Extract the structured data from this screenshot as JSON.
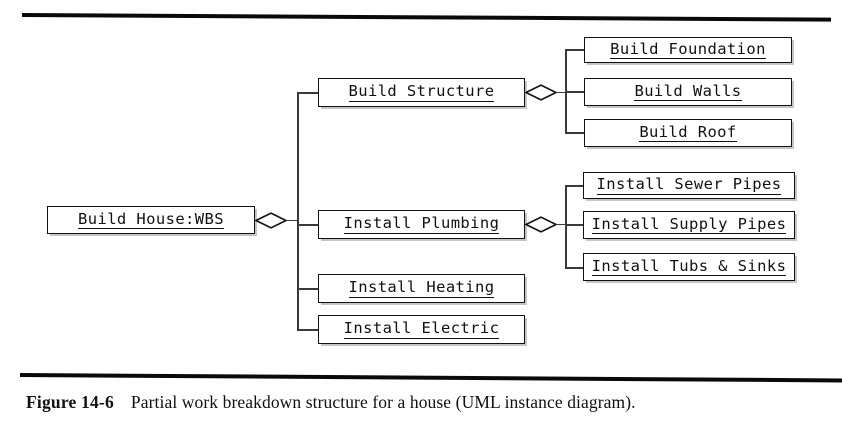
{
  "figure": {
    "number_label": "Figure 14-6",
    "caption_text": "Partial work breakdown structure for a house (UML instance diagram)."
  },
  "diagram": {
    "type": "uml-instance-diagram",
    "notation": "aggregation (open diamond)",
    "root": {
      "id": "build-house-wbs",
      "label": "Build House:WBS"
    },
    "level1": [
      {
        "id": "build-structure",
        "label": "Build Structure"
      },
      {
        "id": "install-plumbing",
        "label": "Install Plumbing"
      },
      {
        "id": "install-heating",
        "label": "Install Heating"
      },
      {
        "id": "install-electric",
        "label": "Install Electric"
      }
    ],
    "structure_children": [
      {
        "id": "build-foundation",
        "label": "Build Foundation"
      },
      {
        "id": "build-walls",
        "label": "Build Walls"
      },
      {
        "id": "build-roof",
        "label": "Build Roof"
      }
    ],
    "plumbing_children": [
      {
        "id": "install-sewer-pipes",
        "label": "Install Sewer Pipes"
      },
      {
        "id": "install-supply-pipes",
        "label": "Install Supply Pipes"
      },
      {
        "id": "install-tubs-sinks",
        "label": "Install Tubs & Sinks"
      }
    ]
  },
  "colors": {
    "ink": "#111111",
    "line": "#3a3a3a",
    "paper": "#ffffff",
    "shadow": "#969696"
  }
}
